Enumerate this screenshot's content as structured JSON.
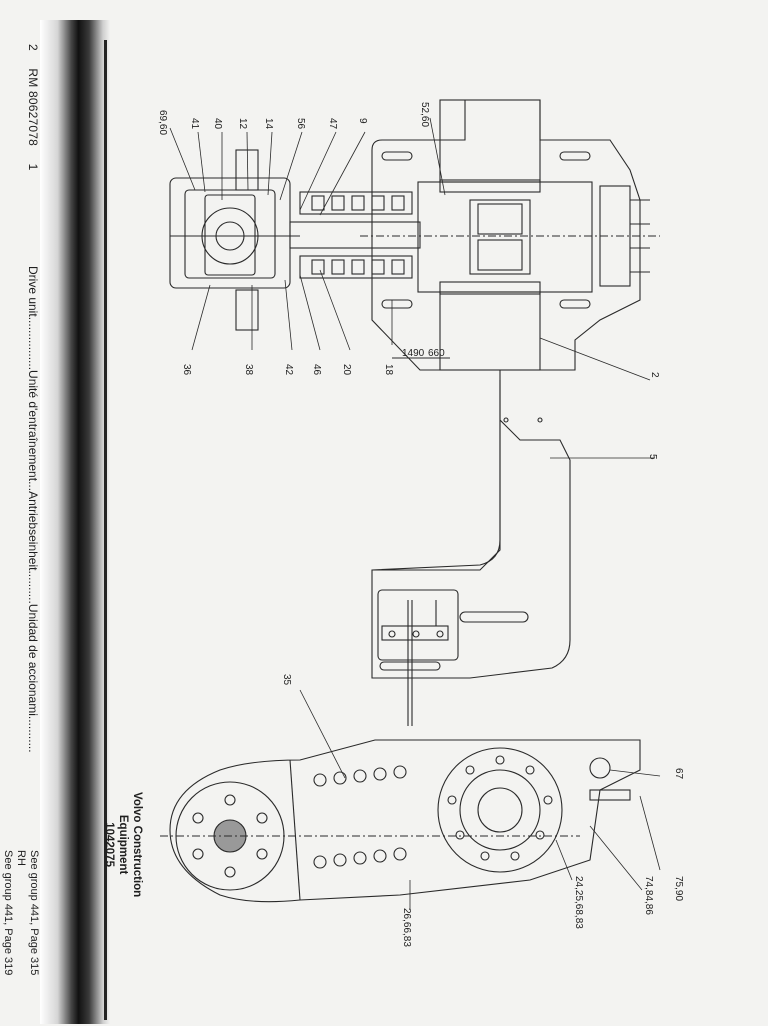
{
  "header": {
    "page_number": "2",
    "doc_code": "RM 80627078",
    "revision": "1"
  },
  "description": {
    "english": "Drive unit",
    "dots_1": "................",
    "french": "Unité d'entraînement",
    "dots_2": "...",
    "german": "Antriebseinheit",
    "dots_3": "..........",
    "spanish": "Unidad de accionami",
    "dots_4": "..........."
  },
  "publisher": {
    "line1": "Volvo Construction",
    "line2": "Equipment",
    "line3": "1042075"
  },
  "references": {
    "ref1": "See group 441, Page 315",
    "ref2": "RH",
    "ref3": "See group 441, Page 319"
  },
  "part_labels": {
    "p69_60": "69,60",
    "p41": "41",
    "p40": "40",
    "p12": "12",
    "p14": "14",
    "p56": "56",
    "p47": "47",
    "p9": "9",
    "p52_60": "52,60",
    "p36": "36",
    "p38": "38",
    "p42": "42",
    "p46": "46",
    "p20": "20",
    "p18": "18",
    "p2": "2",
    "p5": "5",
    "p35": "35",
    "p67": "67",
    "p75_90": "75,90",
    "p74_84_86": "74,84,86",
    "p24_25_68_83": "24,25,68,83",
    "p26_66_83": "26,66,83"
  }
}
